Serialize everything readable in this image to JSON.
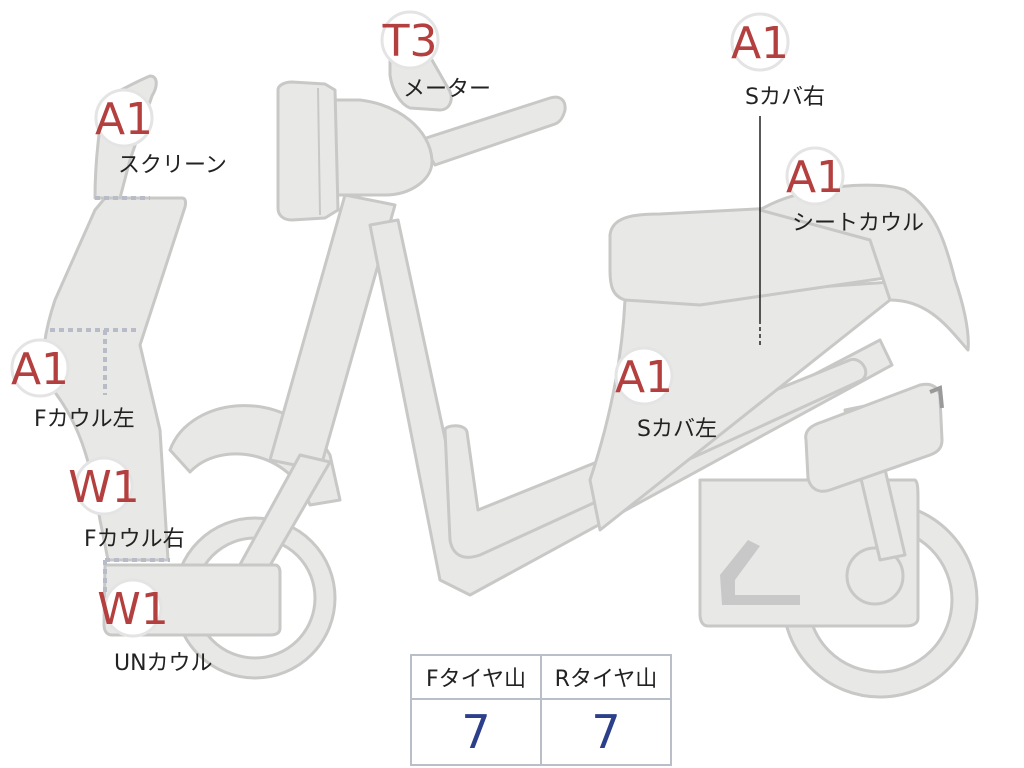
{
  "parts": {
    "meter": {
      "grade": "T3",
      "label": "メーター"
    },
    "side_cover_right": {
      "grade": "A1",
      "label": "Sカバ右"
    },
    "screen": {
      "grade": "A1",
      "label": "スクリーン"
    },
    "seat_cowl": {
      "grade": "A1",
      "label": "シートカウル"
    },
    "front_cowl_left": {
      "grade": "A1",
      "label": "Fカウル左"
    },
    "side_cover_left": {
      "grade": "A1",
      "label": "Sカバ左"
    },
    "front_cowl_right": {
      "grade": "W1",
      "label": "Fカウル右"
    },
    "under_cowl": {
      "grade": "W1",
      "label": "UNカウル"
    }
  },
  "tire_table": {
    "headers": [
      "Fタイヤ山",
      "Rタイヤ山"
    ],
    "values": [
      "7",
      "7"
    ]
  },
  "colors": {
    "grade_text": "#b3403f",
    "value_text": "#2b3f8a",
    "part_fill": "#e8e8e6",
    "part_outline": "#c8c8c6"
  }
}
